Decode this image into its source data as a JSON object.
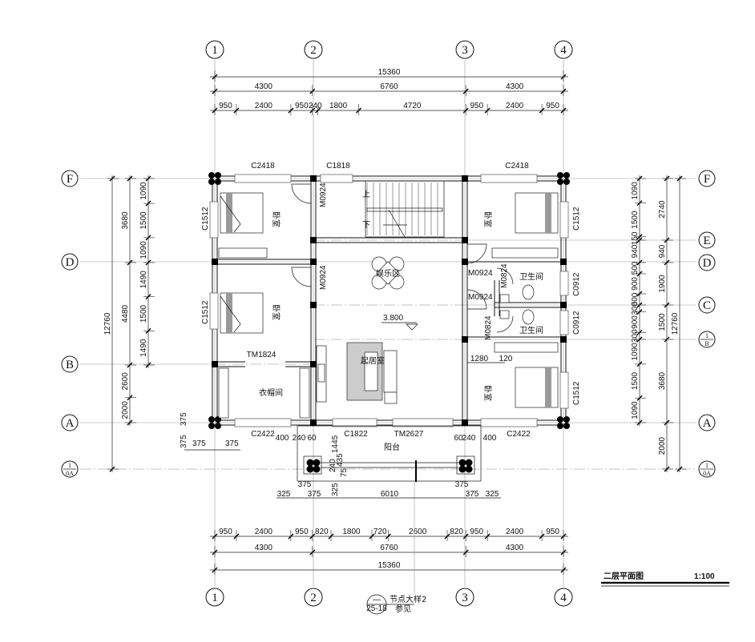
{
  "title": {
    "name": "二层平面图",
    "scale": "1:100"
  },
  "axes": {
    "vertical": [
      "1",
      "2",
      "3",
      "4"
    ],
    "left": [
      "F",
      "D",
      "B",
      "A"
    ],
    "right": [
      "F",
      "E",
      "D",
      "C",
      "A"
    ],
    "sub_0A": {
      "num": "1",
      "den": "0A"
    },
    "sub_B": {
      "num": "1",
      "den": "B"
    }
  },
  "dims": {
    "top_total": [
      15360
    ],
    "top_mid": [
      4300,
      6760,
      4300
    ],
    "top_detail": [
      950,
      2400,
      950,
      240,
      1800,
      4720,
      950,
      2400,
      950
    ],
    "bottom_detail": [
      950,
      2400,
      950,
      820,
      1800,
      720,
      2600,
      820,
      950,
      2400,
      950
    ],
    "bottom_mid": [
      4300,
      6760,
      4300
    ],
    "bottom_total": [
      15360
    ],
    "left_outer": [
      12760
    ],
    "left_mid": [
      3680,
      4480,
      2600,
      2000
    ],
    "left_detail": [
      1090,
      1500,
      1090,
      1490,
      1500,
      1490
    ],
    "right_detail": [
      1090,
      1500,
      150,
      940,
      500,
      900,
      500,
      300,
      900,
      300,
      1090,
      1500,
      1090
    ],
    "right_mid": [
      2740,
      940,
      1900,
      1500,
      3680,
      2000
    ],
    "right_outer": [
      12760
    ],
    "misc": {
      "left_a": "375",
      "left_b": "375",
      "left_c": "375",
      "left_d": "375",
      "bal_l_400": "400",
      "bal_l_240": "240",
      "bal_l_60": "60",
      "bal_r_60": "60",
      "bal_r_240": "240",
      "bal_r_400": "400",
      "v_1445": "1445",
      "v_240": "240",
      "v_435": "435",
      "v_75": "75",
      "b_325_l": "325",
      "b_375_l1": "375",
      "b_375_l2": "375",
      "b_325_lv": "325",
      "b_6010": "6010",
      "b_375_r1": "375",
      "b_375_r2": "375",
      "b_325_r": "325",
      "d_1280": "1280",
      "d_120": "120"
    }
  },
  "rooms": {
    "bedroom_1": "卧室",
    "bedroom_2": "卧室",
    "bedroom_3": "卧室",
    "bedroom_4": "卧室",
    "entertainment": "娱乐区",
    "living": "起居室",
    "closet": "衣帽间",
    "bath_1": "卫生间",
    "bath_2": "卫生间",
    "balcony": "阳台"
  },
  "elevation": "3.800",
  "openings": {
    "c2418_l": "C2418",
    "c1818": "C1818",
    "c2418_r": "C2418",
    "c1512_l1": "C1512",
    "c1512_l2": "C1512",
    "c1512_r1": "C1512",
    "c1512_r2": "C1512",
    "m0924_1": "M0924",
    "m0924_2": "M0924",
    "m0924_3": "M0924",
    "m0924_4": "M0924",
    "m0824_1": "M0824",
    "m0824_2": "M0824",
    "c0912_1": "C0912",
    "c0912_2": "C0912",
    "tm1824": "TM1824",
    "c2422_l": "C2422",
    "c1822": "C1822",
    "tm2627": "TM2627",
    "c2422_r": "C2422"
  },
  "stairs": {
    "up": "上",
    "down": "下"
  },
  "detail_ref": {
    "top": "—",
    "bottom": "25-18",
    "label": "节点大样2",
    "sub": "参见"
  }
}
